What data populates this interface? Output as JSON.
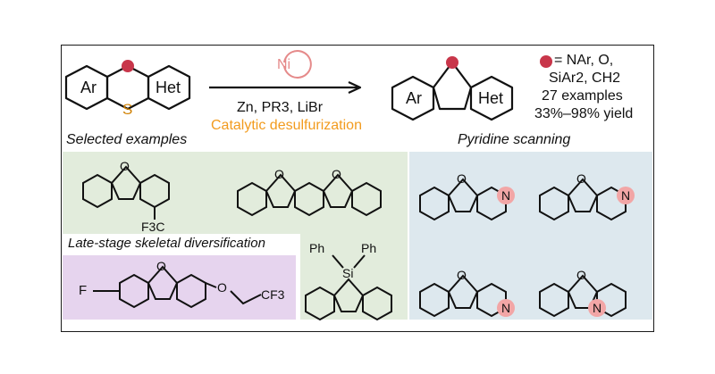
{
  "reaction": {
    "reactant_labels": {
      "left": "Ar",
      "right": "Het",
      "sulfur": "S"
    },
    "product_labels": {
      "left": "Ar",
      "right": "Het"
    },
    "catalyst": "Ni",
    "reagents": "Zn, PR3, LiBr",
    "process": "Catalytic desulfurization",
    "scope": {
      "line1": "= NAr, O,",
      "line2": "SiAr2, CH2",
      "examples": "27 examples",
      "yield": "33%–98% yield"
    }
  },
  "sections": {
    "selected": "Selected examples",
    "pyridine": "Pyridine scanning",
    "late_stage": "Late-stage skeletal diversification"
  },
  "atoms": {
    "O": "O",
    "N": "N",
    "F": "F",
    "CF3": "F3C",
    "Si": "Si",
    "Ph": "Ph",
    "OCF3_O": "O",
    "CF3_tail": "CF3"
  },
  "colors": {
    "accent": "#f29b1e",
    "marker": "#c8364a",
    "ni_ring": "#e58a8a",
    "n_highlight": "#f2a6a6",
    "green_panel": "#e2ecdc",
    "purple_panel": "#e6d4ee",
    "blue_panel": "#dde8ee"
  }
}
